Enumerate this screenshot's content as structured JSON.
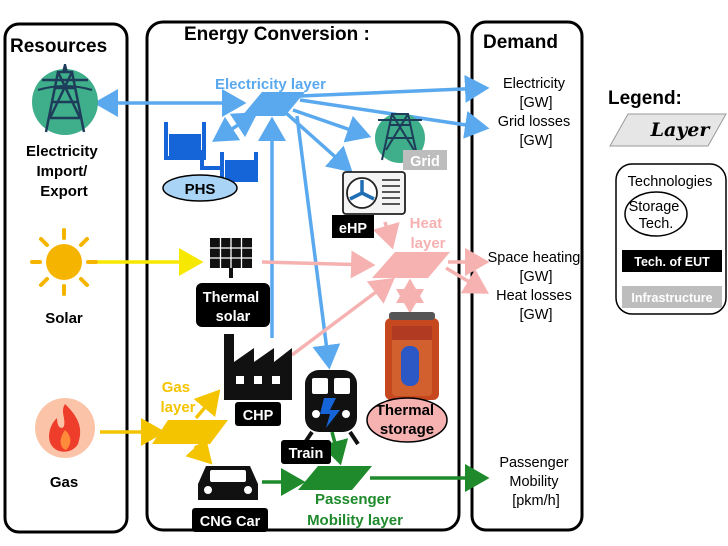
{
  "columns": {
    "resources": "Resources",
    "conversion": "Energy Conversion :",
    "demand": "Demand"
  },
  "resources": {
    "electricity": [
      "Electricity",
      "Import/",
      "Export"
    ],
    "solar": "Solar",
    "gas": "Gas"
  },
  "layers": {
    "electricity": "Electricity layer",
    "heat": [
      "Heat",
      "layer"
    ],
    "gas": [
      "Gas",
      "layer"
    ],
    "mobility": [
      "Passenger",
      "Mobility layer"
    ]
  },
  "technologies": {
    "phs": "PHS",
    "grid": "Grid",
    "ehp": "eHP",
    "thermal_solar": [
      "Thermal",
      "solar"
    ],
    "chp": "CHP",
    "train": "Train",
    "thermal_storage": [
      "Thermal",
      "storage"
    ],
    "cng_car": "CNG Car"
  },
  "demand": {
    "electricity": [
      "Electricity",
      "[GW]"
    ],
    "grid_losses": [
      "Grid losses",
      "[GW]"
    ],
    "space_heating": [
      "Space heating",
      "[GW]"
    ],
    "heat_losses": [
      "Heat losses",
      "[GW]"
    ],
    "mobility": [
      "Passenger",
      "Mobility",
      "[pkm/h]"
    ]
  },
  "legend": {
    "title": "Legend:",
    "layer": "Layer",
    "technologies": "Technologies",
    "storage": [
      "Storage",
      "Tech."
    ],
    "eut": "Tech. of EUT",
    "infrastructure": "Infrastructure"
  },
  "colors": {
    "electricity": "#5aa9ee",
    "heat": "#f6b1b1",
    "gas": "#f5c400",
    "solar": "#f7e800",
    "mobility": "#1e8a2c",
    "infrastructure": "#bdbdbd"
  }
}
